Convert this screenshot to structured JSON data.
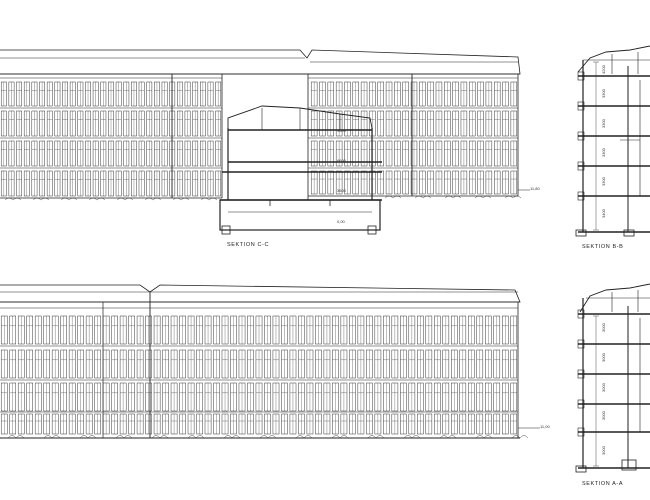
{
  "sections": {
    "cc": "SEKTION  C-C",
    "bb": "SEKTION  B-B",
    "aa": "SEKTION  A-A"
  },
  "levels": {
    "cc_1": "9600",
    "cc_2": "6600",
    "cc_3": "3500",
    "cc_4": "11,80",
    "cc_5": "0,00",
    "lower_1": "11,00"
  },
  "dims_bb": [
    "4200",
    "3300",
    "3300",
    "3300",
    "3300",
    "3400"
  ],
  "dims_aa": [
    "3000",
    "3000",
    "3000",
    "3000",
    "3000"
  ],
  "colors": {
    "ink": "#222222",
    "paper": "#ffffff"
  }
}
